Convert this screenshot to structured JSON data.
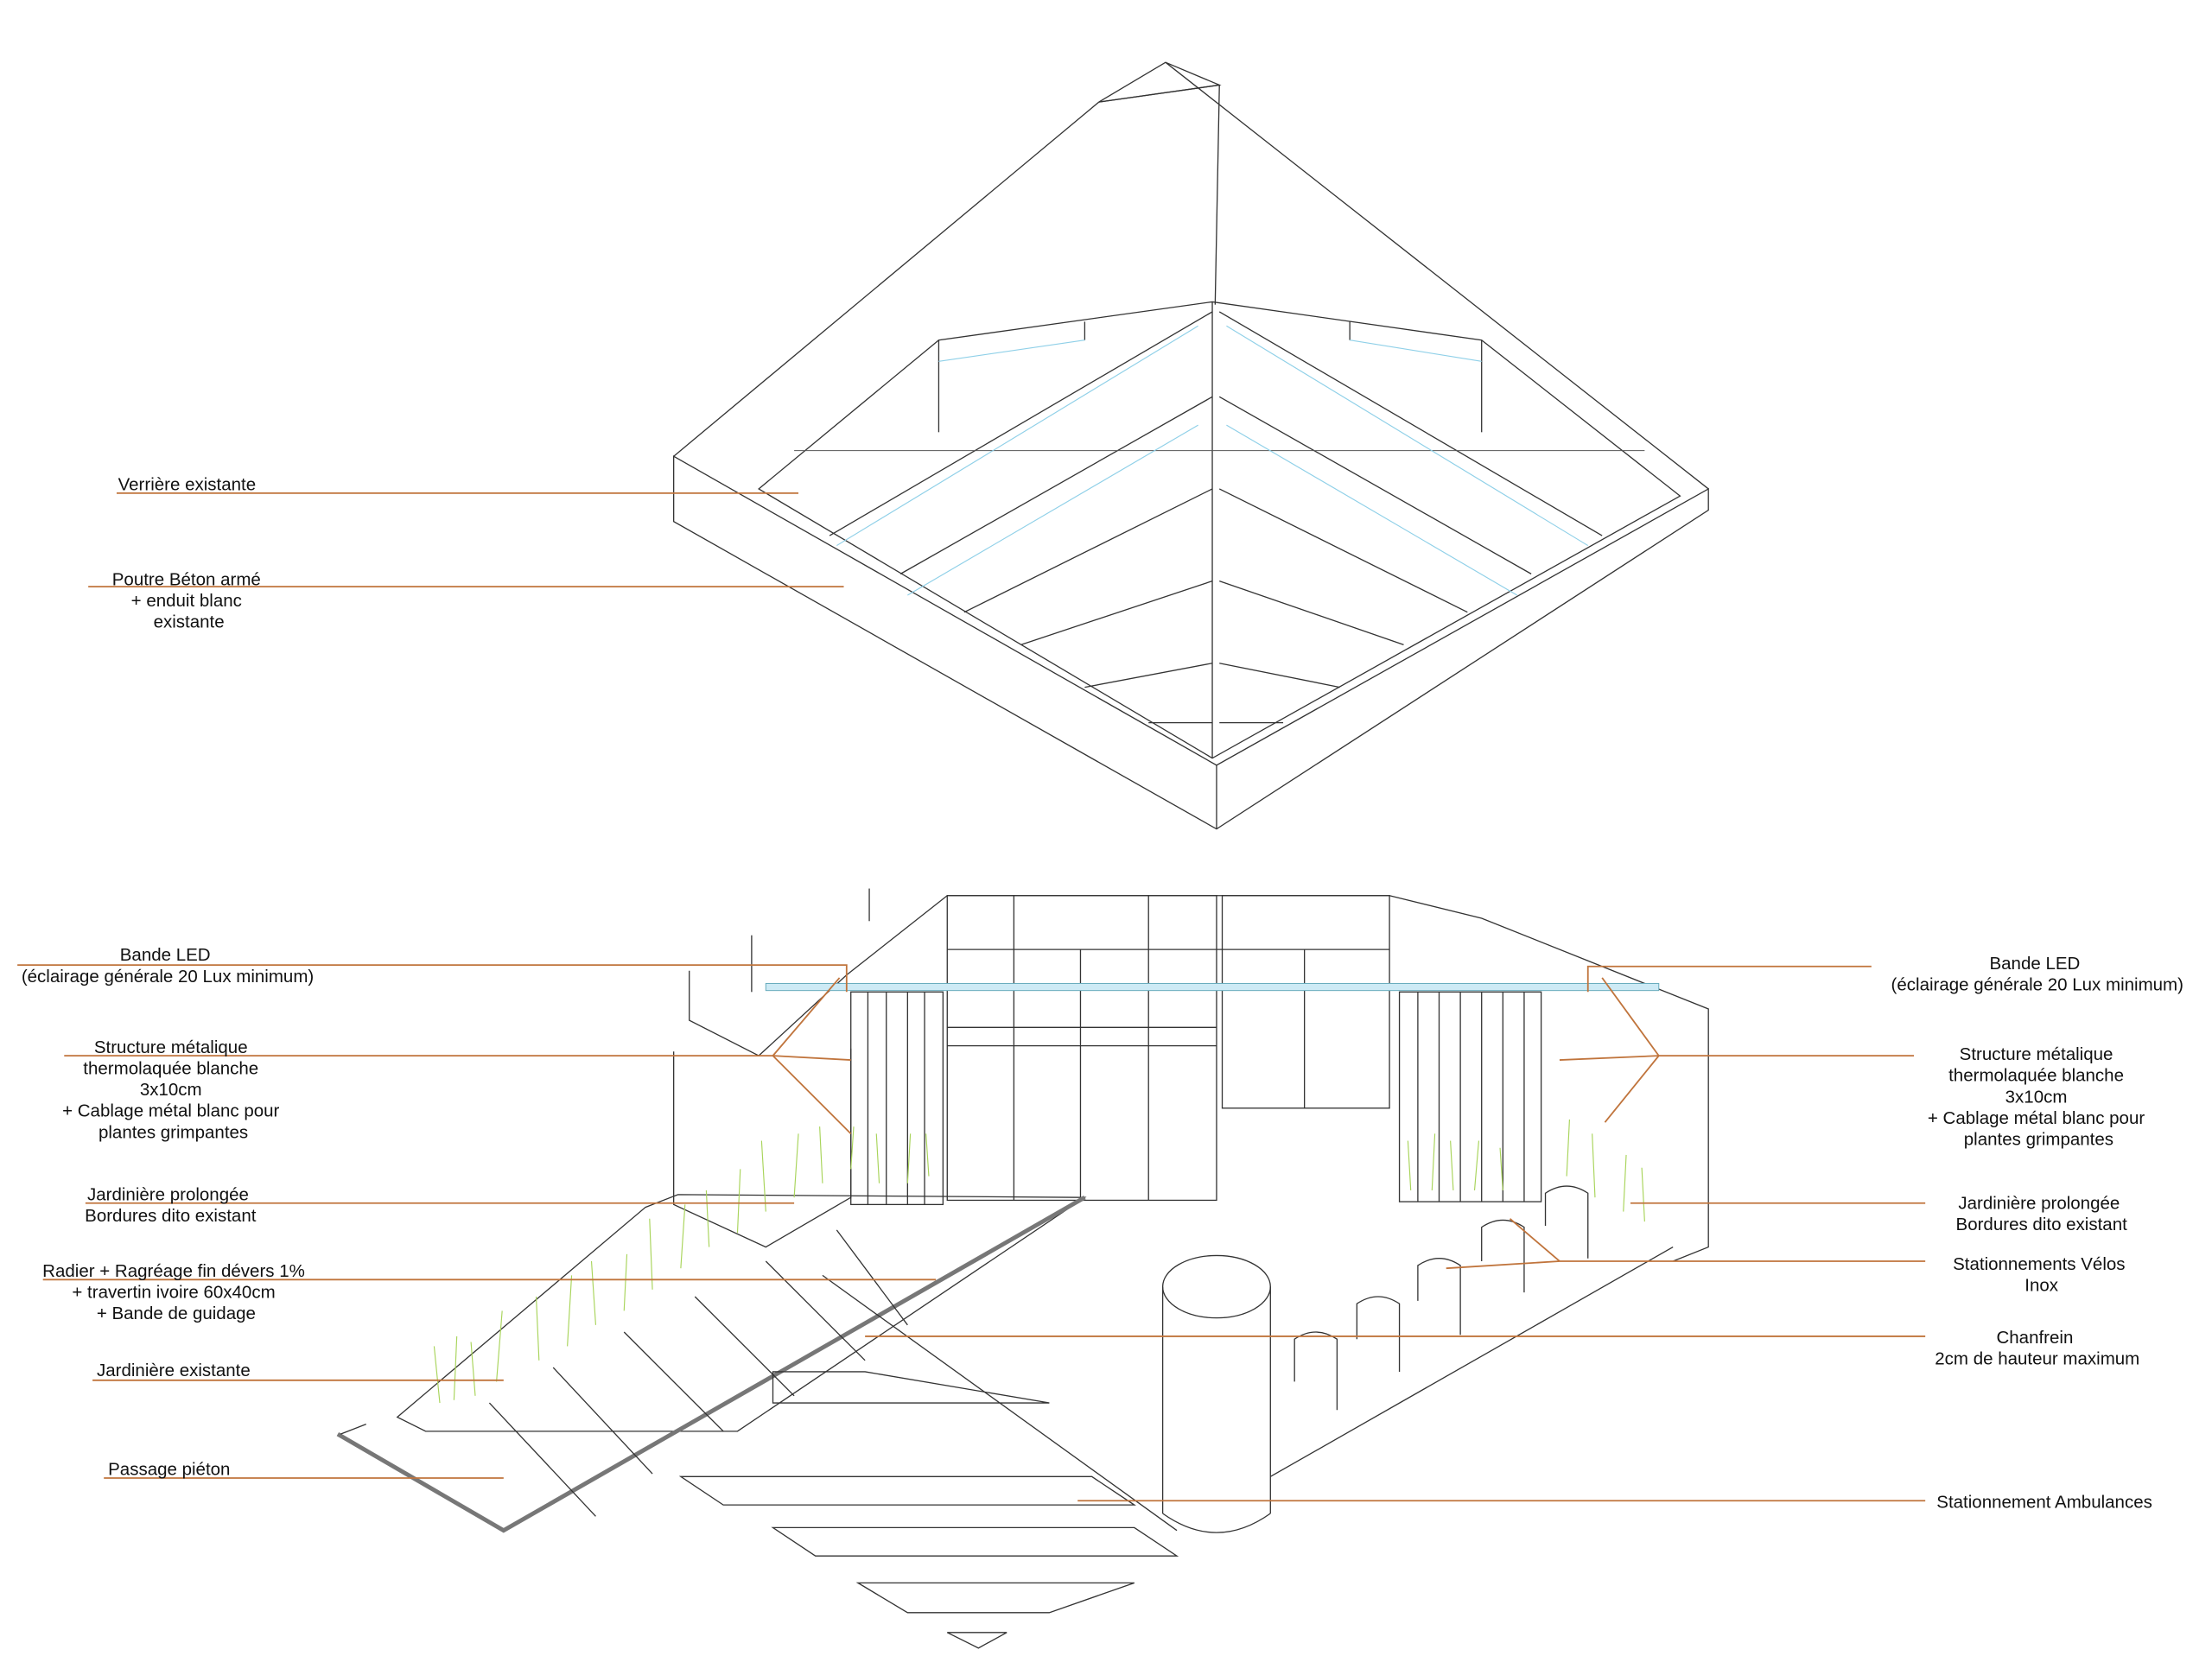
{
  "labels": {
    "verriere": [
      "Verrière existante"
    ],
    "poutre": [
      "Poutre Béton armé",
      "+ enduit blanc",
      "existante"
    ],
    "led_left": [
      "Bande LED",
      "(éclairage générale 20 Lux minimum)"
    ],
    "structure_left": [
      "Structure métalique",
      "thermolaquée blanche",
      "3x10cm",
      "+ Cablage métal blanc pour",
      "plantes grimpantes"
    ],
    "jardiniere_prolongee_left": [
      "Jardinière prolongée",
      "Bordures dito existant"
    ],
    "radier": [
      "Radier + Ragréage fin dévers 1%",
      "+ travertin ivoire 60x40cm",
      "+ Bande de guidage"
    ],
    "jardiniere_existante": [
      "Jardinière existante"
    ],
    "passage": [
      "Passage piéton"
    ],
    "led_right": [
      "Bande LED",
      "(éclairage générale 20 Lux minimum)"
    ],
    "structure_right": [
      "Structure métalique",
      "thermolaquée blanche",
      "3x10cm",
      "+ Cablage métal blanc pour",
      "plantes grimpantes"
    ],
    "jardiniere_prolongee_right": [
      "Jardinière prolongée",
      "Bordures dito existant"
    ],
    "velos": [
      "Stationnements Vélos",
      "Inox"
    ],
    "chanfrein": [
      "Chanfrein",
      "2cm de hauteur maximum"
    ],
    "ambulances": [
      "Stationnement Ambulances"
    ]
  },
  "colors": {
    "leader": "#c0743c",
    "glass": "#8fd0e8",
    "plants": "#a8d45a"
  }
}
